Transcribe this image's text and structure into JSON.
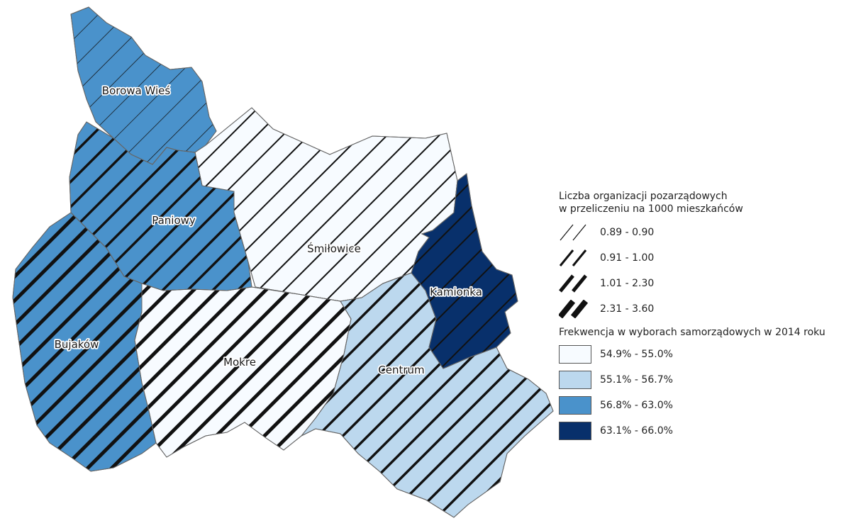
{
  "legend": {
    "ngo_title_line1": "Liczba organizacji pozarządowych",
    "ngo_title_line2": "w przeliczeniu na 1000 mieszkańców",
    "ngo_classes": [
      {
        "label": "0.89 - 0.90",
        "weight": 1
      },
      {
        "label": "0.91 - 1.00",
        "weight": 2
      },
      {
        "label": "1.01 - 2.30",
        "weight": 3
      },
      {
        "label": "2.31 - 3.60",
        "weight": 4
      }
    ],
    "turnout_title": "Frekwencja w wyborach samorządowych w 2014 roku",
    "turnout_classes": [
      {
        "label": "54.9% - 55.0%",
        "color": "#f7fbff"
      },
      {
        "label": "55.1% - 56.7%",
        "color": "#bcd8ee"
      },
      {
        "label": "56.8% - 63.0%",
        "color": "#4a92cb"
      },
      {
        "label": "63.1% - 66.0%",
        "color": "#08306b"
      }
    ]
  },
  "districts": [
    {
      "name": "Borowa Wieś",
      "turnout_class": 2,
      "ngo_class": 1
    },
    {
      "name": "Paniowy",
      "turnout_class": 2,
      "ngo_class": 3
    },
    {
      "name": "Bujaków",
      "turnout_class": 2,
      "ngo_class": 4
    },
    {
      "name": "Śmiłowice",
      "turnout_class": 0,
      "ngo_class": 2
    },
    {
      "name": "Mokre",
      "turnout_class": 0,
      "ngo_class": 4
    },
    {
      "name": "Kamionka",
      "turnout_class": 3,
      "ngo_class": 2
    },
    {
      "name": "Centrum",
      "turnout_class": 1,
      "ngo_class": 3
    }
  ]
}
